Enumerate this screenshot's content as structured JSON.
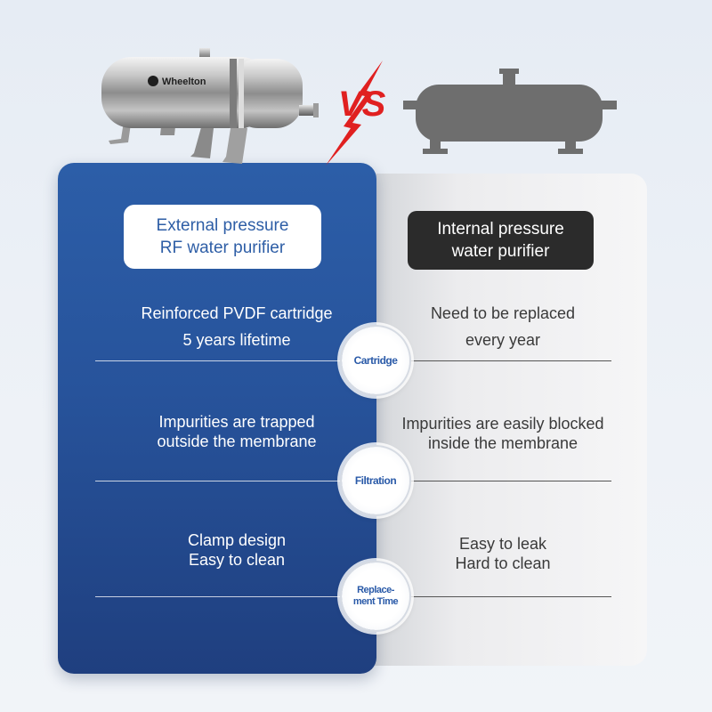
{
  "brand": {
    "logo_text": "Wheelton"
  },
  "vs_label": "VS",
  "left": {
    "title_line1": "External pressure",
    "title_line2": "RF water purifier",
    "rows": [
      {
        "line1": "Reinforced PVDF cartridge",
        "line2": "5 years lifetime"
      },
      {
        "line1": "Impurities are trapped",
        "line2": "outside the membrane"
      },
      {
        "line1": "Clamp design",
        "line2": "Easy to clean"
      }
    ]
  },
  "right": {
    "title_line1": "Internal pressure",
    "title_line2": "water purifier",
    "rows": [
      {
        "line1": "Need to be replaced",
        "line2": "every year"
      },
      {
        "line1": "Impurities are easily blocked",
        "line2": "inside the membrane"
      },
      {
        "line1": "Easy to leak",
        "line2": "Hard to clean"
      }
    ]
  },
  "categories": {
    "cartridge": "Cartridge",
    "filtration": "Filtration",
    "replacement_line1": "Replace-",
    "replacement_line2": "ment Time"
  },
  "colors": {
    "brand_blue": "#2c5ea8",
    "dark_badge": "#2b2b2b",
    "vs_red": "#e02020"
  }
}
